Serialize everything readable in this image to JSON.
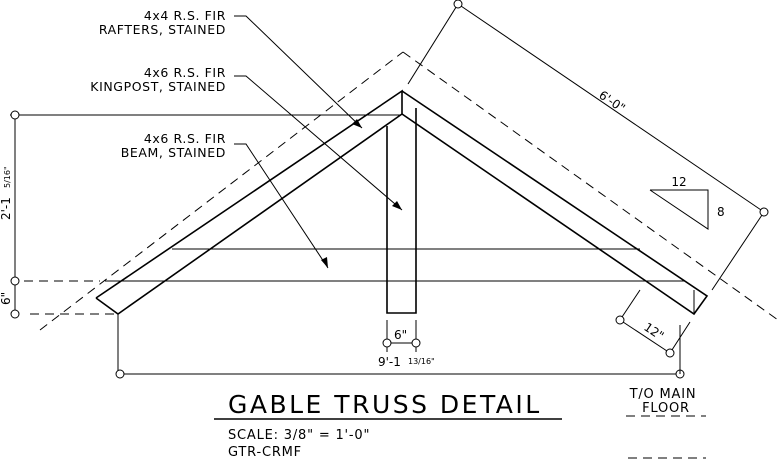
{
  "labels": {
    "rafters": {
      "line1": "4x4 R.S. FIR",
      "line2": "RAFTERS, STAINED"
    },
    "kingpost": {
      "line1": "4x6 R.S. FIR",
      "line2": "KINGPOST, STAINED"
    },
    "beam": {
      "line1": "4x6 R.S. FIR",
      "line2": "BEAM, STAINED"
    }
  },
  "dimensions": {
    "rafter_length": "6'-0\"",
    "height_main": "2'-1",
    "height_frac": "5/16\"",
    "beam_depth": "6\"",
    "kingpost_width": "6\"",
    "span_main": "9'-1",
    "span_frac": "13/16\"",
    "overhang": "12\""
  },
  "slope": {
    "run": "12",
    "rise": "8"
  },
  "title": {
    "main": "GABLE TRUSS DETAIL",
    "scale": "SCALE: 3/8\" = 1'-0\"",
    "code": "GTR-CRMF"
  },
  "floor_note": {
    "line1": "T/O MAIN",
    "line2": "FLOOR"
  }
}
